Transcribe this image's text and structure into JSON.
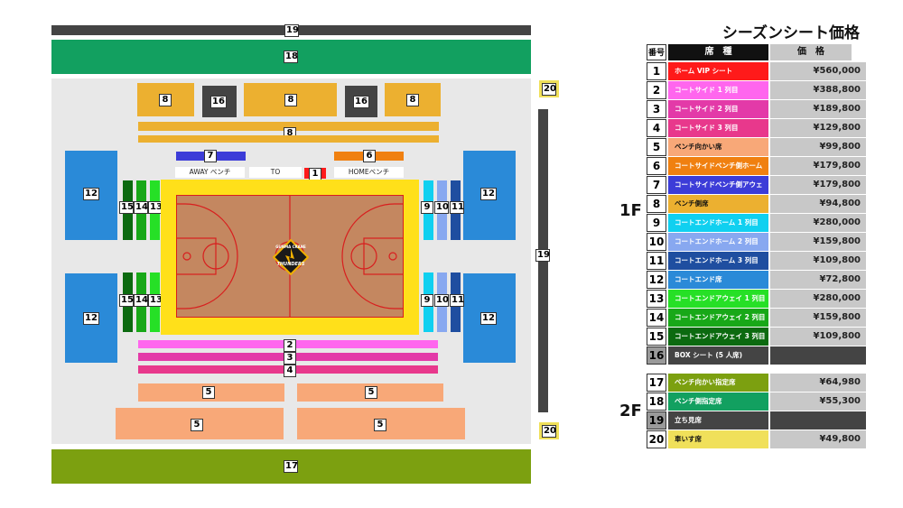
{
  "title": "シーズンシート価格",
  "header": {
    "num": "番号",
    "seat": "席　種",
    "price": "価　格"
  },
  "floors": {
    "f1": "1F",
    "f2": "2F"
  },
  "map": {
    "away_bench": "AWAY ベンチ",
    "to": "TO",
    "home_bench": "HOMEベンチ",
    "logo_top": "GUNMA CRANE",
    "logo_bottom": "THUNDERS"
  },
  "seats": [
    {
      "num": "1",
      "name": "ホーム VIP シート",
      "price": "¥560,000",
      "color": "#ff1a1a"
    },
    {
      "num": "2",
      "name": "コートサイド 1 列目",
      "price": "¥388,800",
      "color": "#ff66ee"
    },
    {
      "num": "3",
      "name": "コートサイド 2 列目",
      "price": "¥189,800",
      "color": "#e33aa8"
    },
    {
      "num": "4",
      "name": "コートサイド 3 列目",
      "price": "¥129,800",
      "color": "#e8388c"
    },
    {
      "num": "5",
      "name": "ベンチ向かい席",
      "price": "¥99,800",
      "color": "#f8a878"
    },
    {
      "num": "6",
      "name": "コートサイドベンチ側ホーム",
      "price": "¥179,800",
      "color": "#f08010"
    },
    {
      "num": "7",
      "name": "コートサイドベンチ側アウェイ",
      "price": "¥179,800",
      "color": "#3c3cd8"
    },
    {
      "num": "8",
      "name": "ベンチ側席",
      "price": "¥94,800",
      "color": "#ecb030"
    },
    {
      "num": "9",
      "name": "コートエンドホーム 1 列目",
      "price": "¥280,000",
      "color": "#10d0f0"
    },
    {
      "num": "10",
      "name": "コートエンドホーム 2 列目",
      "price": "¥159,800",
      "color": "#88a8f0"
    },
    {
      "num": "11",
      "name": "コートエンドホーム 3 列目",
      "price": "¥109,800",
      "color": "#1f4ea0"
    },
    {
      "num": "12",
      "name": "コートエンド席",
      "price": "¥72,800",
      "color": "#2a8ad8"
    },
    {
      "num": "13",
      "name": "コートエンドアウェイ 1 列目",
      "price": "¥280,000",
      "color": "#26e026"
    },
    {
      "num": "14",
      "name": "コートエンドアウェイ 2 列目",
      "price": "¥159,800",
      "color": "#18a818"
    },
    {
      "num": "15",
      "name": "コートエンドアウェイ 3 列目",
      "price": "¥109,800",
      "color": "#0c6a10"
    },
    {
      "num": "16",
      "name": "BOX シート (5 人席)",
      "price": "",
      "color": "#444444"
    },
    {
      "num": "17",
      "name": "ベンチ向かい指定席",
      "price": "¥64,980",
      "color": "#7ca010"
    },
    {
      "num": "18",
      "name": "ベンチ側指定席",
      "price": "¥55,300",
      "color": "#12a060"
    },
    {
      "num": "19",
      "name": "立ち見席",
      "price": "",
      "color": "#444444"
    },
    {
      "num": "20",
      "name": "車いす席",
      "price": "¥49,800",
      "color": "#f0e05a"
    }
  ]
}
